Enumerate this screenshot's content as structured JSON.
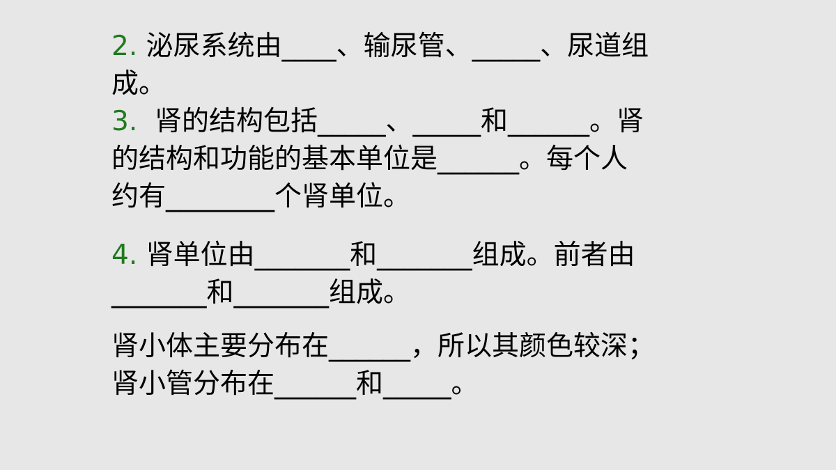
{
  "accent_color": "#1f7a1f",
  "questions": [
    {
      "number": "2.",
      "lines": [
        "泌尿系统由____、输尿管、_____、尿道组",
        "成。"
      ]
    },
    {
      "number": "3.",
      "lines": [
        "  肾的结构包括_____、_____和______。肾",
        "的结构和功能的基本单位是______。每个人",
        "约有________个肾单位。"
      ]
    },
    {
      "number": "4.",
      "lines": [
        "肾单位由_______和_______组成。前者由",
        "_______和_______组成。"
      ]
    },
    {
      "number": "",
      "lines": [
        "肾小体主要分布在______，所以其颜色较深；",
        "肾小管分布在______和_____。"
      ]
    }
  ]
}
